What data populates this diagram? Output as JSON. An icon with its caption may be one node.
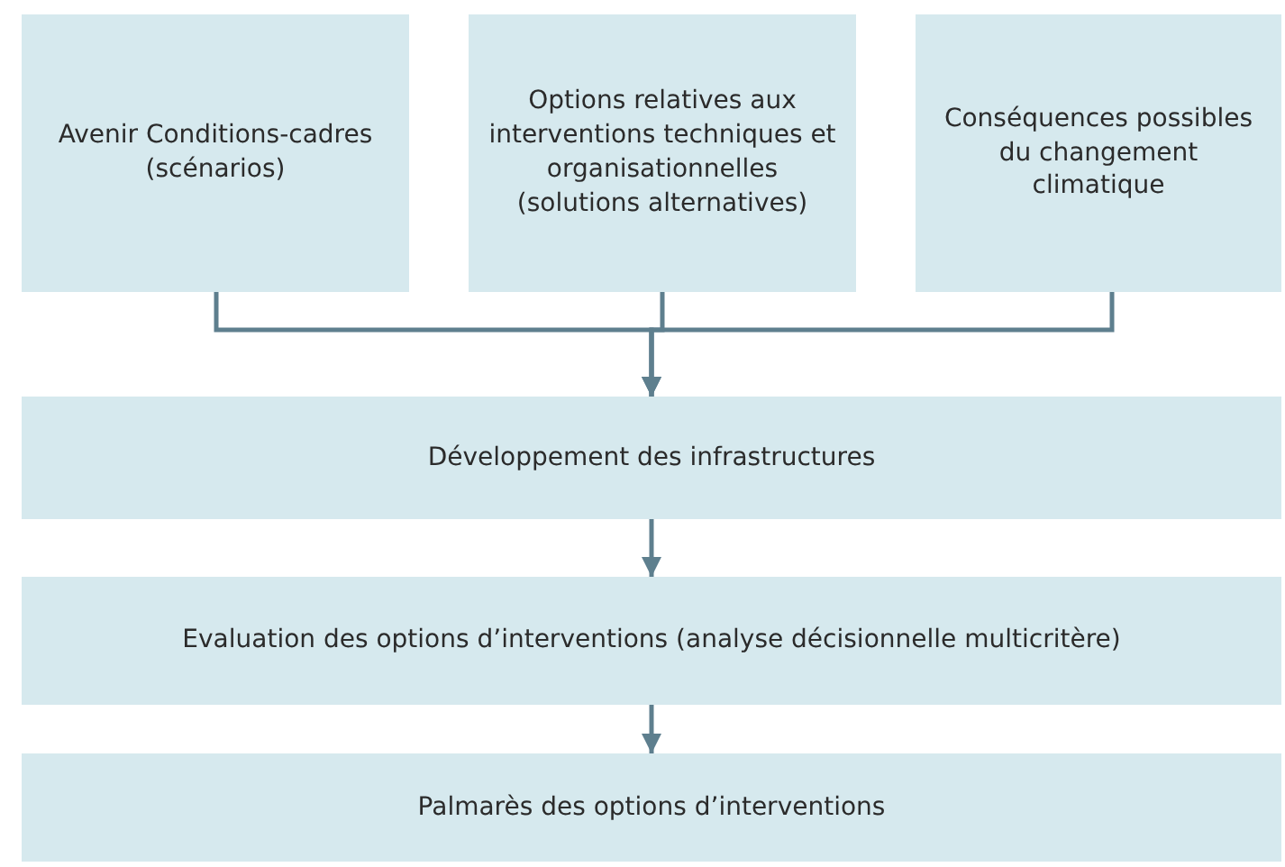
{
  "diagram": {
    "nodes": [
      {
        "text": [
          "Avenir Conditions-cadres (scénarios)"
        ]
      },
      {
        "text": [
          "Options relatives aux interventions techniques et organisationnelles (solutions alternatives)"
        ]
      },
      {
        "text": [
          "Conséquences possibles du changement climatique"
        ]
      },
      {
        "text": [
          "Développement des infrastructures"
        ]
      },
      {
        "text": [
          "Evaluation des options d’interventions (analyse décisionnelle multicritère)"
        ]
      },
      {
        "text": [
          "Palmarès des options d’interventions"
        ]
      }
    ],
    "edges": [
      {
        "from": 0,
        "to": 3,
        "arrow": "to"
      },
      {
        "from": 1,
        "to": 3,
        "arrow": "to"
      },
      {
        "from": 2,
        "to": 3,
        "arrow": "to"
      },
      {
        "from": 3,
        "to": 4,
        "arrow": "to"
      },
      {
        "from": 4,
        "to": 5,
        "arrow": "to"
      }
    ]
  }
}
